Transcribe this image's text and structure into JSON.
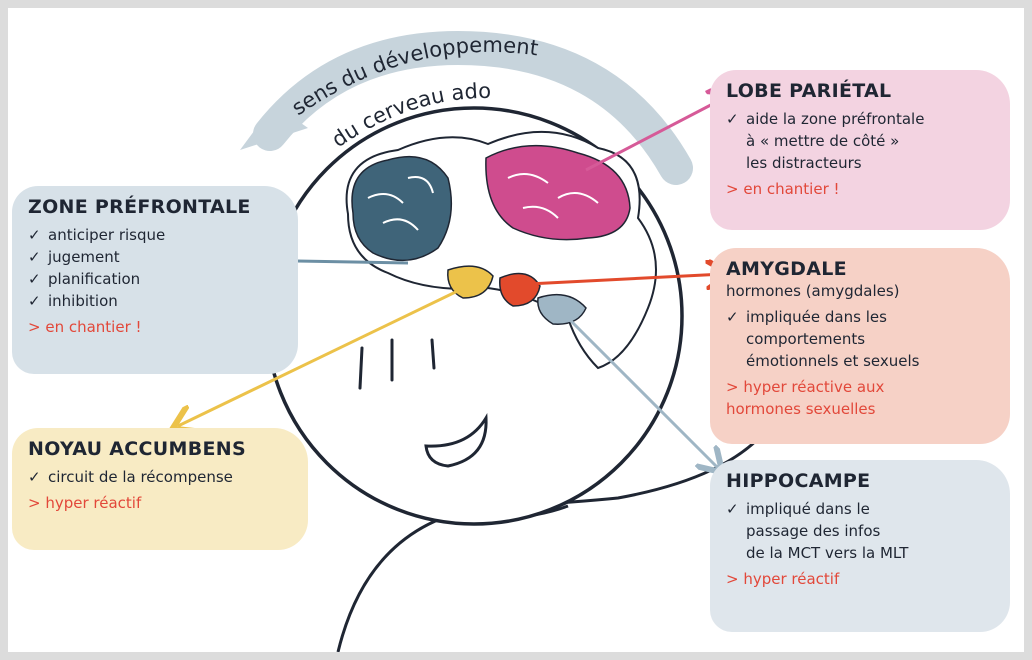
{
  "arc_text": {
    "line1": "sens du développement",
    "line2": "du cerveau ado"
  },
  "colors": {
    "prefrontal": "#d7e1e8",
    "parietal": "#f3d3e1",
    "amygdala": "#f6d1c6",
    "accumbens": "#f8ebc4",
    "hippocampus": "#dfe6ec",
    "arrow_blue": "#6c8fa4",
    "arrow_pink": "#d65a98",
    "arrow_red": "#e24a2c",
    "arrow_yellow": "#ecc24a",
    "arrow_lightblue": "#9fb6c5",
    "note_red": "#e2483a"
  },
  "boxes": {
    "prefrontal": {
      "title": "ZONE PRÉFRONTALE",
      "items": [
        "anticiper risque",
        "jugement",
        "planification",
        "inhibition"
      ],
      "note": "> en chantier !"
    },
    "parietal": {
      "title": "LOBE PARIÉTAL",
      "items": [
        "aide la zone préfrontale\nà « mettre de côté »\nles distracteurs"
      ],
      "note": "> en chantier !"
    },
    "amygdala": {
      "title": "AMYGDALE",
      "subtitle": "hormones (amygdales)",
      "items": [
        "impliquée dans les\ncomportements\némotionnels et sexuels"
      ],
      "note": "> hyper réactive aux\nhormones sexuelles"
    },
    "accumbens": {
      "title": "NOYAU ACCUMBENS",
      "items": [
        "circuit de la récompense"
      ],
      "note": "> hyper réactif"
    },
    "hippocampus": {
      "title": "HIPPOCAMPE",
      "items": [
        "impliqué dans le\npassage des infos\nde la MCT vers la MLT"
      ],
      "note": "> hyper réactif"
    }
  },
  "check_mark": "✓"
}
